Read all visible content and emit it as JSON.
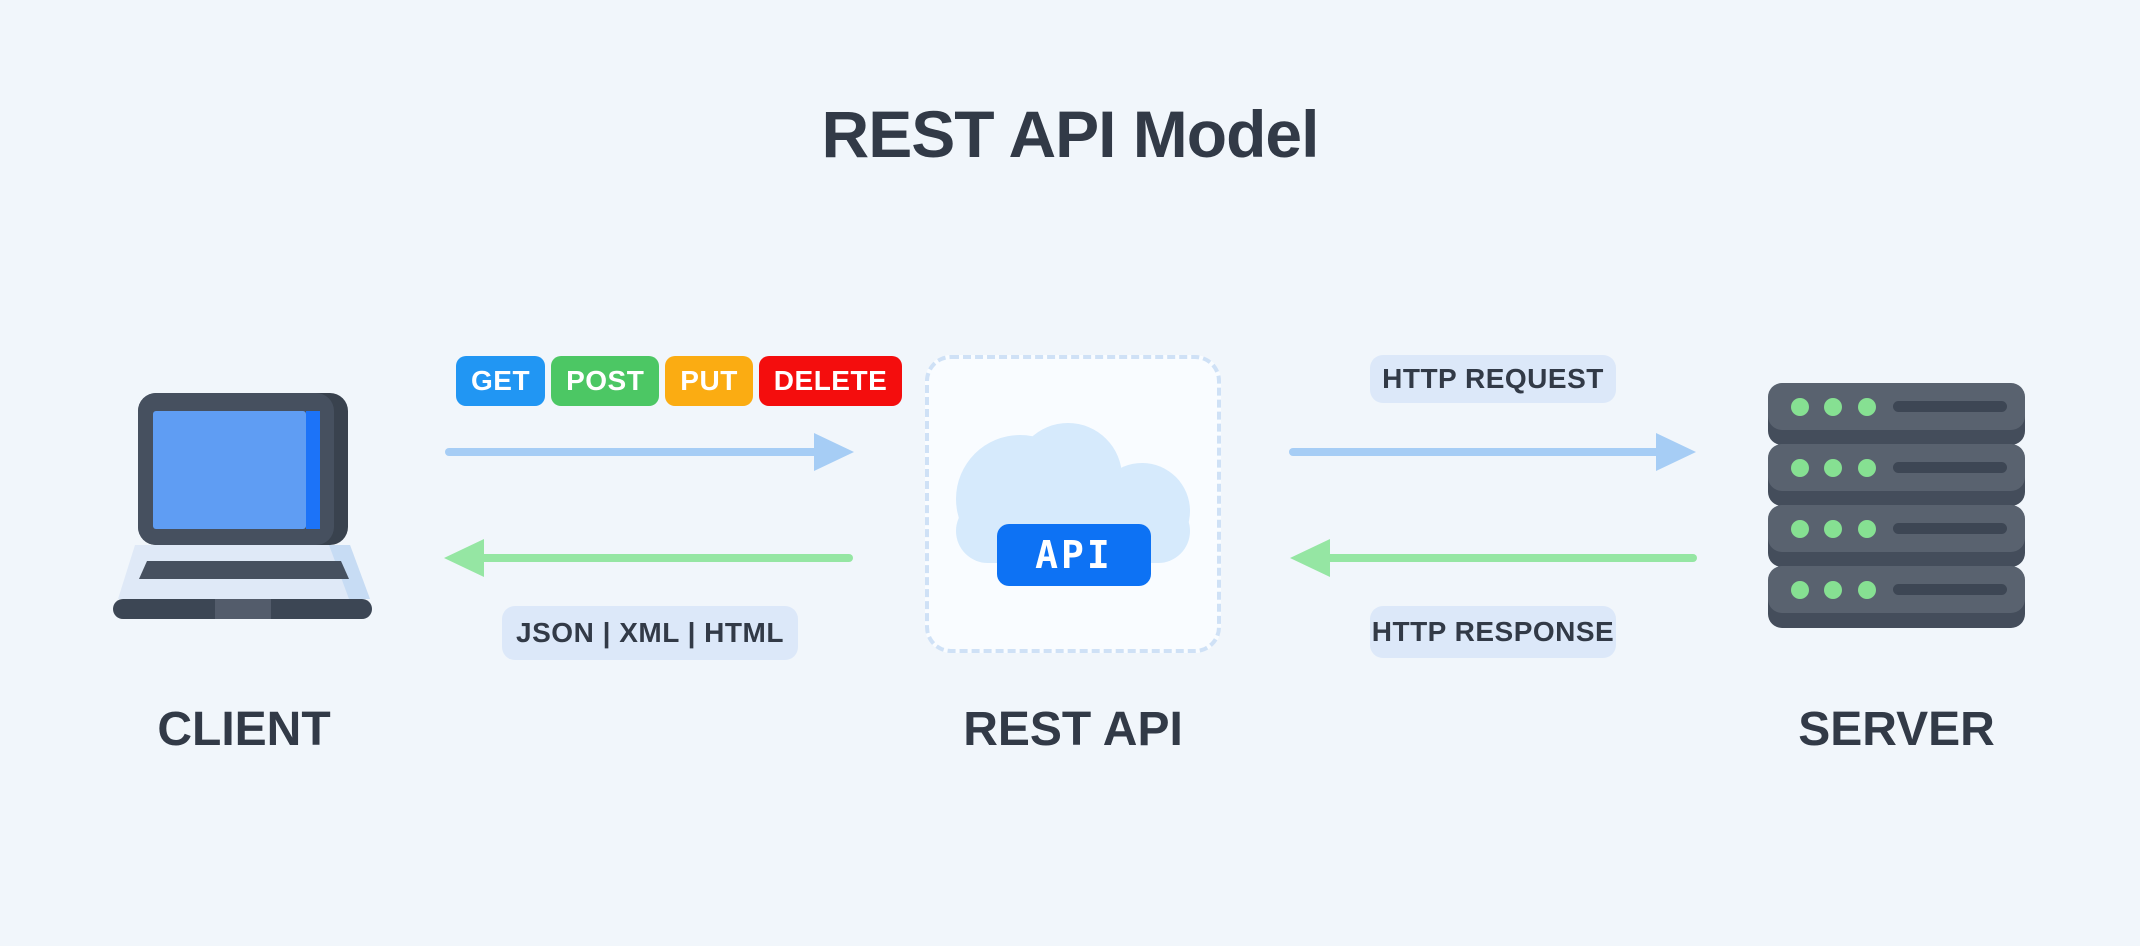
{
  "title": "REST API Model",
  "nodes": {
    "client": {
      "label": "CLIENT",
      "icon": "laptop-icon"
    },
    "rest_api": {
      "label": "REST API",
      "icon": "cloud-icon",
      "badge": "API"
    },
    "server": {
      "label": "SERVER",
      "icon": "server-rack-icon"
    }
  },
  "client_api_flow": {
    "methods": [
      {
        "label": "GET",
        "color": "#2196f3"
      },
      {
        "label": "POST",
        "color": "#4cc764"
      },
      {
        "label": "PUT",
        "color": "#fbac12"
      },
      {
        "label": "DELETE",
        "color": "#f40d0d"
      }
    ],
    "response_formats": "JSON | XML | HTML"
  },
  "api_server_flow": {
    "request_label": "HTTP REQUEST",
    "response_label": "HTTP RESPONSE"
  },
  "colors": {
    "background": "#f1f6fb",
    "text_dark": "#323a47",
    "label_pill_background": "#dce8f9",
    "request_arrow_blue": "#a6cdf5",
    "response_arrow_green": "#95e6a3",
    "api_badge_blue": "#0d72f4",
    "cloud_light_blue": "#d6eafc",
    "dashed_border_blue": "#cfe1f6"
  }
}
